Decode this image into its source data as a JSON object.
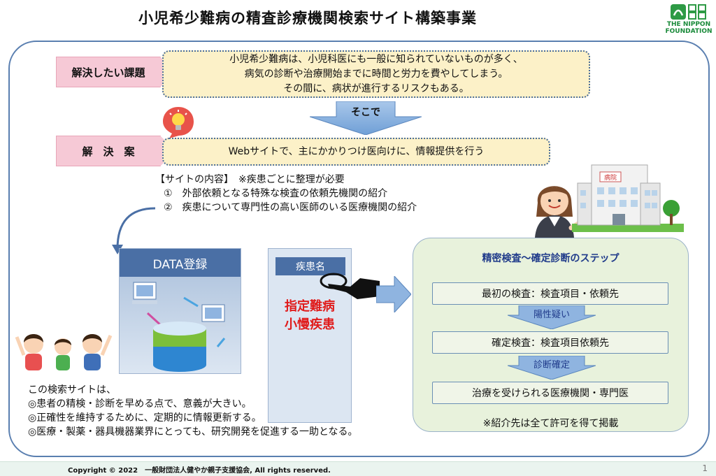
{
  "title": "小児希少難病の精査診療機関検索サイト構築事業",
  "logo": {
    "line1": "THE NIPPON",
    "line2": "FOUNDATION"
  },
  "problem": {
    "label": "解決したい課題",
    "lines": [
      "小児希少難病は、小児科医にも一般に知られていないものが多く、",
      "病気の診断や治療開始までに時間と労力を費やしてしまう。",
      "その間に、病状が進行するリスクもある。"
    ]
  },
  "sokode": "そこで",
  "solution": {
    "label": "解　決　案",
    "text": "Webサイトで、主にかかりつけ医向けに、情報提供を行う"
  },
  "site_content": {
    "heading": "【サイトの内容】　※疾患ごとに整理が必要",
    "items": [
      "①　外部依頼となる特殊な検査の依頼先機関の紹介",
      "②　疾患について専門性の高い医師のいる医療機関の紹介"
    ]
  },
  "hospital_sign": "病院",
  "data_box": {
    "title": "DATA登録"
  },
  "disease_box": {
    "tab": "疾患名",
    "line1": "指定難病",
    "line2": "小慢疾患"
  },
  "steps": {
    "title": "精密検査～確定診断のステップ",
    "step1": "最初の検査：検査項目・依頼先",
    "arrow1": "陽性疑い",
    "step2": "確定検査：検査項目依頼先",
    "arrow2": "診断確定",
    "step3": "治療を受けられる医療機関・専門医",
    "note": "※紹介先は全て許可を得て掲載"
  },
  "bottom_text": [
    "この検索サイトは、",
    "◎患者の精検・診断を早める点で、意義が大きい。",
    "◎正確性を維持するために、定期的に情報更新する。",
    "◎医療・製薬・器具機器業界にとっても、研究開発を促進する一助となる。"
  ],
  "footer": {
    "copyright": "Copyright © 2022　一般財団法人健やか親子支援協会, All rights reserved.",
    "page": "1"
  },
  "colors": {
    "frame": "#5a7fb0",
    "label_pink": "#f6c9d6",
    "note_yellow": "#fcf1c8",
    "arrow_blue": "#8fb4e0",
    "steps_green": "#e8f2dc",
    "title_blue": "#1f3a8a",
    "alert_red": "#e01c1c"
  },
  "icons": [
    "lightbulb-icon",
    "pointing-hand-icon",
    "hospital-building-icon",
    "doctor-woman-icon",
    "children-icon",
    "computer-icon",
    "database-icon",
    "right-arrow-icon",
    "down-arrow-icon",
    "curved-arrow-icon"
  ]
}
